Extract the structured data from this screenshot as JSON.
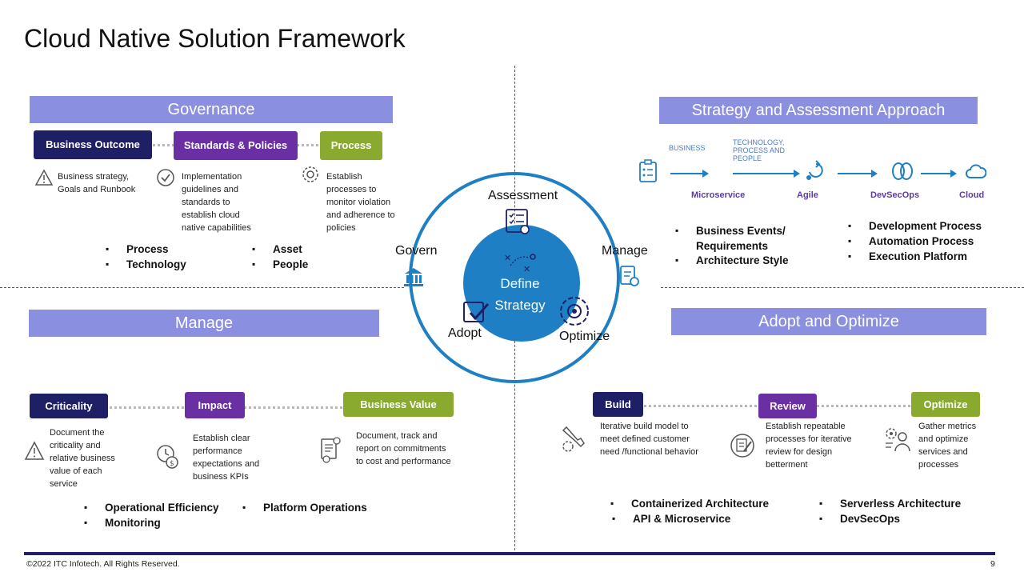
{
  "title": "Cloud Native Solution Framework",
  "governance": {
    "band": "Governance",
    "tags": [
      "Business Outcome",
      "Standards & Policies",
      "Process"
    ],
    "descs": [
      "Business strategy, Goals and Runbook",
      "Implementation guidelines and standards to establish cloud native capabilities",
      "Establish processes to monitor violation and adherence to policies"
    ],
    "bullets_left": [
      "Process",
      "Technology"
    ],
    "bullets_right": [
      "Asset",
      "People"
    ]
  },
  "strategy": {
    "band": "Strategy and Assessment Approach",
    "small_business": "BUSINESS",
    "small_tech": "TECHNOLOGY, PROCESS AND PEOPLE",
    "flow": [
      "Microservice",
      "Agile",
      "DevSecOps",
      "Cloud"
    ],
    "bullets_left": [
      "Business Events/ Requirements",
      "Architecture Style"
    ],
    "bullets_right": [
      "Development Process",
      "Automation Process",
      "Execution Platform"
    ]
  },
  "cycle": {
    "center": "Define Strategy",
    "assessment": "Assessment",
    "govern": "Govern",
    "manage": "Manage",
    "adopt": "Adopt",
    "optimize": "Optimize"
  },
  "manage": {
    "band": "Manage",
    "tags": [
      "Criticality",
      "Impact",
      "Business Value"
    ],
    "descs": [
      "Document the criticality and relative business value of each service",
      "Establish clear performance expectations and business KPIs",
      "Document, track and report on commitments to cost and performance"
    ],
    "bullets_left": [
      "Operational Efficiency",
      "Monitoring"
    ],
    "bullets_right": [
      "Platform Operations"
    ]
  },
  "adopt": {
    "band": "Adopt and Optimize",
    "tags": [
      "Build",
      "Review",
      "Optimize"
    ],
    "descs": [
      "Iterative build model to meet defined customer need /functional behavior",
      "Establish repeatable processes for iterative review for design betterment",
      "Gather metrics and optimize services and processes"
    ],
    "bullets_left": [
      "Containerized Architecture",
      "API & Microservice"
    ],
    "bullets_right": [
      "Serverless Architecture",
      "DevSecOps"
    ]
  },
  "footer": {
    "copyright": "©2022 ITC Infotech. All Rights Reserved.",
    "page": "9"
  },
  "colors": {
    "band": "#8b8fe0",
    "navy": "#1f1f66",
    "purple": "#6a2fa3",
    "olive": "#8aaa2f",
    "ring": "#1f7fc4",
    "center": "#1f7fc4",
    "footer_bar": "#1f1f66"
  }
}
